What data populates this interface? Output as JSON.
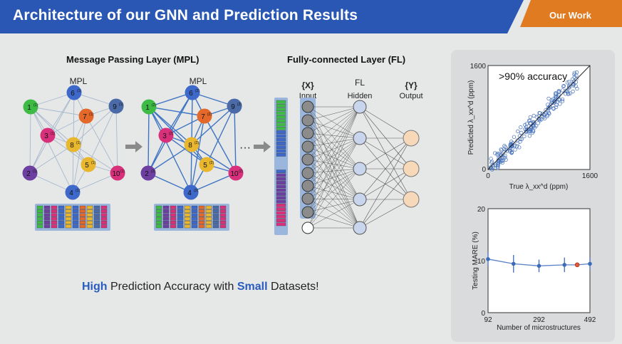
{
  "header": {
    "title": "Architecture of our GNN and Prediction Results",
    "tag": "Our Work"
  },
  "mpl_section": {
    "title": "Message Passing Layer (MPL)",
    "graph_label": "MPL"
  },
  "fl_section": {
    "title": "Fully-connected Layer (FL)",
    "input_var": "{X}",
    "input_label": "Input",
    "hidden_var": "FL",
    "hidden_label": "Hidden",
    "output_var": "{Y}",
    "output_label": "Output"
  },
  "graph1_nodes": [
    "1",
    "2",
    "3",
    "4",
    "5",
    "6",
    "7",
    "8",
    "9",
    "10"
  ],
  "node_sup_1": "(1)",
  "node_sup_2": "(2)",
  "dots": "···",
  "message": {
    "hl1": "High",
    "mid": " Prediction Accuracy with ",
    "hl2": "Small",
    "end": " Datasets!"
  },
  "colors": {
    "header": "#2a57b3",
    "tag": "#e07b22",
    "accent": "#2a5bbf"
  },
  "chart_data": [
    {
      "type": "scatter",
      "annotation": ">90% accuracy",
      "xlabel": "True λ_xx^d (ppm)",
      "ylabel": "Predicted λ_xx^d (ppm)",
      "xlim": [
        0,
        1600
      ],
      "ylim": [
        0,
        1600
      ],
      "xticks": [
        "0",
        "1600"
      ],
      "yticks": [
        "0",
        "1600"
      ],
      "reference_line": "y = x"
    },
    {
      "type": "line",
      "xlabel": "Number of microstructures",
      "ylabel": "Testing MARE (%)",
      "xlim": [
        92,
        492
      ],
      "ylim": [
        0,
        20
      ],
      "xticks": [
        "92",
        "292",
        "492"
      ],
      "yticks": [
        "0",
        "10",
        "20"
      ],
      "x": [
        92,
        192,
        292,
        392,
        442,
        492
      ],
      "y": [
        10.3,
        9.4,
        9.0,
        9.2,
        9.2,
        9.4
      ],
      "err": [
        1.3,
        1.7,
        1.2,
        1.4,
        0.4,
        1.2
      ],
      "highlight_x": 442
    }
  ]
}
